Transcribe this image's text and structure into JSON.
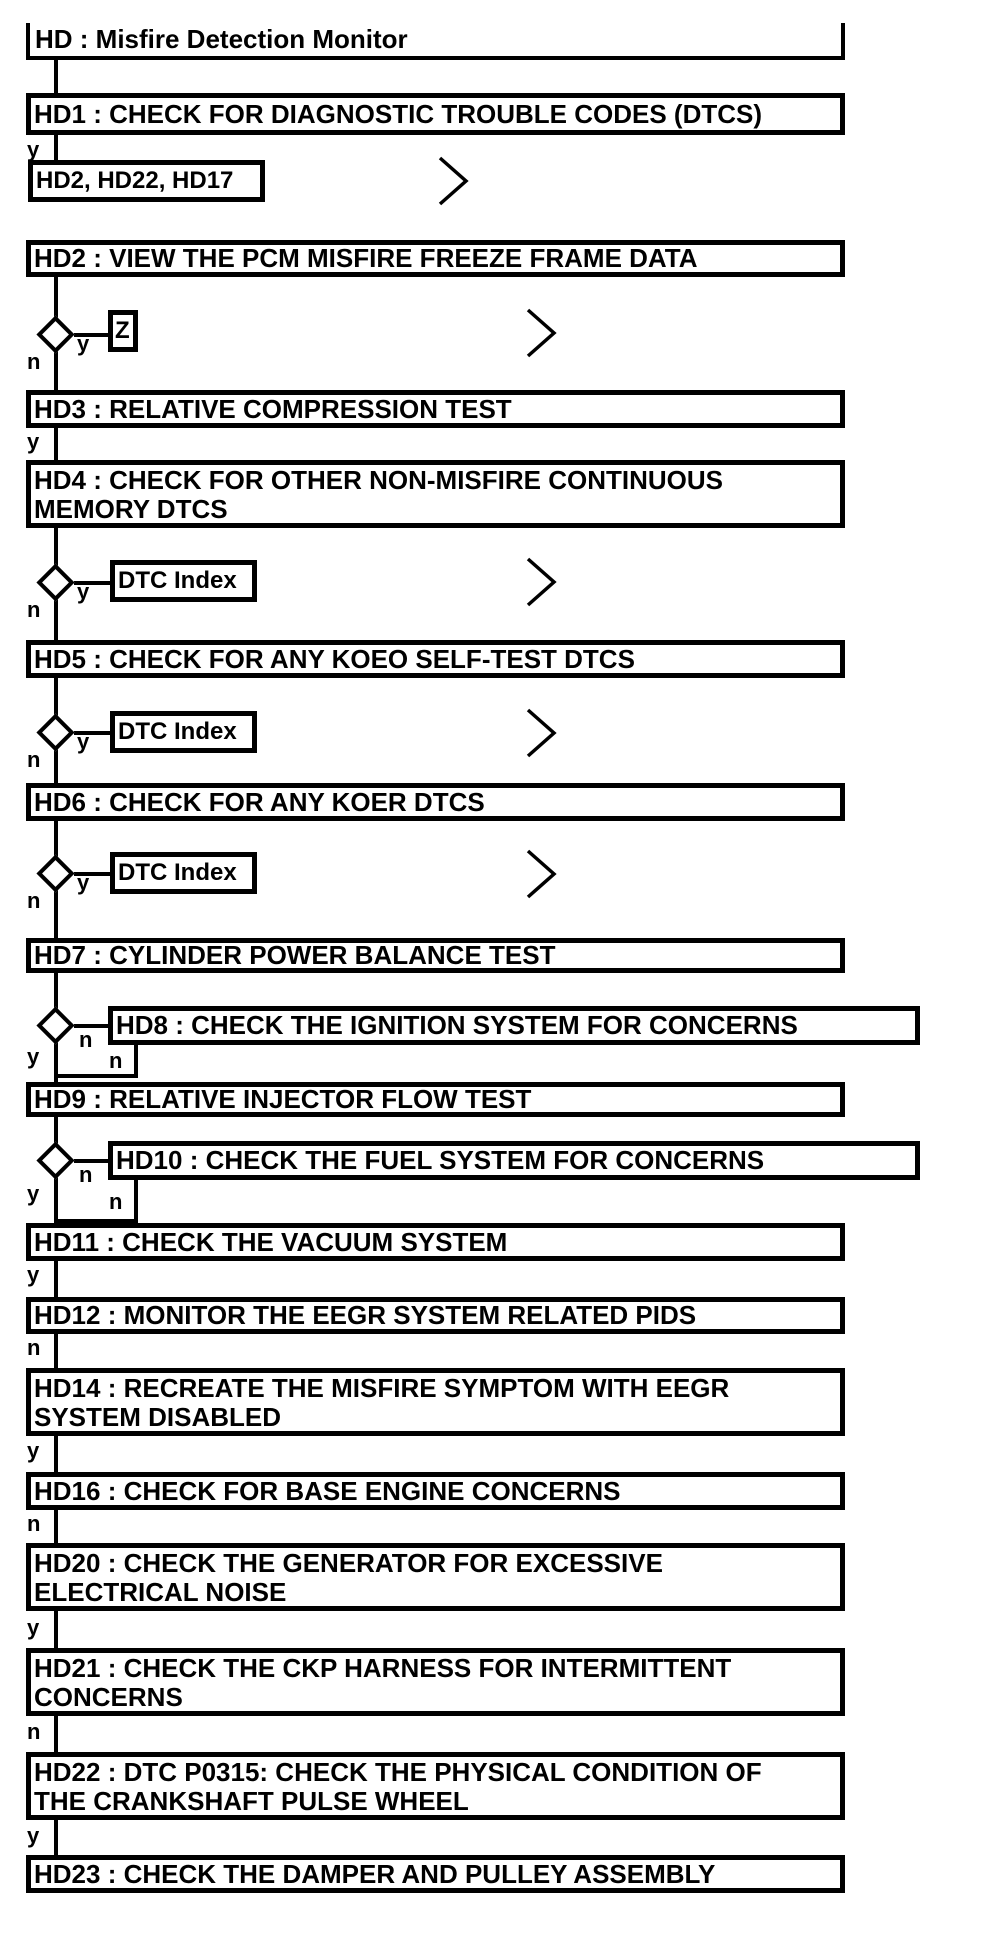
{
  "flowchart": {
    "title": "HD : Misfire Detection Monitor",
    "labels": {
      "yes": "y",
      "no": "n"
    },
    "steps": {
      "hd1": "HD1 : CHECK FOR DIAGNOSTIC TROUBLE CODES (DTCS)",
      "hd2": "HD2 : VIEW THE PCM MISFIRE FREEZE FRAME DATA",
      "hd3": "HD3 : RELATIVE COMPRESSION TEST",
      "hd4": "HD4 : CHECK FOR OTHER NON-MISFIRE CONTINUOUS\nMEMORY DTCS",
      "hd5": "HD5 : CHECK FOR ANY KOEO SELF-TEST DTCS",
      "hd6": "HD6 : CHECK FOR ANY KOER DTCS",
      "hd7": "HD7 : CYLINDER POWER BALANCE TEST",
      "hd8": "HD8 : CHECK THE IGNITION SYSTEM FOR CONCERNS",
      "hd9": "HD9 : RELATIVE INJECTOR FLOW TEST",
      "hd10": "HD10 : CHECK THE FUEL SYSTEM FOR CONCERNS",
      "hd11": "HD11 : CHECK THE VACUUM SYSTEM",
      "hd12": "HD12 : MONITOR THE EEGR SYSTEM RELATED PIDS",
      "hd14": "HD14 : RECREATE THE MISFIRE SYMPTOM WITH EEGR\nSYSTEM DISABLED",
      "hd16": "HD16 : CHECK FOR BASE ENGINE CONCERNS",
      "hd20": "HD20 : CHECK THE GENERATOR FOR EXCESSIVE\nELECTRICAL NOISE",
      "hd21": "HD21 : CHECK THE CKP HARNESS FOR INTERMITTENT\nCONCERNS",
      "hd22": "HD22 : DTC P0315: CHECK THE PHYSICAL CONDITION OF\nTHE CRANKSHAFT PULSE WHEEL",
      "hd23": "HD23 : CHECK THE DAMPER AND PULLEY ASSEMBLY"
    },
    "references": {
      "ref_steps": "HD2, HD22, HD17",
      "ref_z": "Z",
      "ref_dtc_index": "DTC Index"
    }
  }
}
